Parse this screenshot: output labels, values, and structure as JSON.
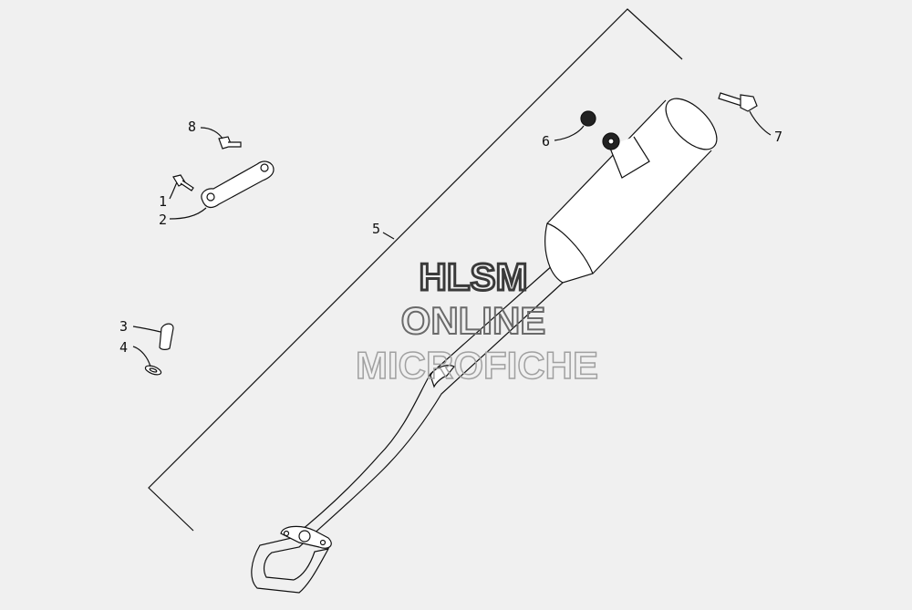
{
  "callouts": {
    "c1": "1",
    "c2": "2",
    "c3": "3",
    "c4": "4",
    "c5": "5",
    "c6": "6",
    "c7": "7",
    "c8": "8"
  },
  "watermark": {
    "line1": "HLSM",
    "line2": "ONLINE",
    "line3": "MICROFICHE",
    "color1": "#3a3a3a",
    "color2": "#6a6a6a",
    "color3": "#a0a0a0"
  },
  "colors": {
    "background": "#f0f0f0",
    "line": "#111111",
    "part_fill": "#ffffff"
  }
}
